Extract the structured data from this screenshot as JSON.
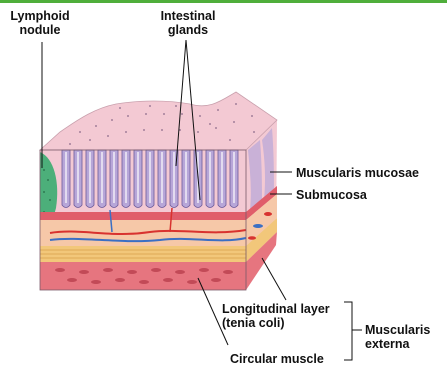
{
  "colors": {
    "frame_accent": "#4fae3b",
    "mucosa_surface": "#f3c9d3",
    "glands": "#b7a6d8",
    "lymphoid_nodule": "#4caf7a",
    "muscularis_mucosae": "#e05d6a",
    "submucosa": "#f6c8a8",
    "circular_muscle": "#f2c77a",
    "longitudinal_muscle": "#e6757f",
    "vessel_artery": "#d8322f",
    "vessel_vein": "#3b6fc4",
    "leader_line": "#111111"
  },
  "labels": {
    "lymphoid_nodule_line1": "Lymphoid",
    "lymphoid_nodule_line2": "nodule",
    "intestinal_glands_line1": "Intestinal",
    "intestinal_glands_line2": "glands",
    "muscularis_mucosae": "Muscularis mucosae",
    "submucosa": "Submucosa",
    "longitudinal_layer_line1": "Longitudinal layer",
    "longitudinal_layer_line2": "(tenia coli)",
    "circular_muscle": "Circular muscle",
    "muscularis_externa_line1": "Muscularis",
    "muscularis_externa_line2": "externa"
  }
}
